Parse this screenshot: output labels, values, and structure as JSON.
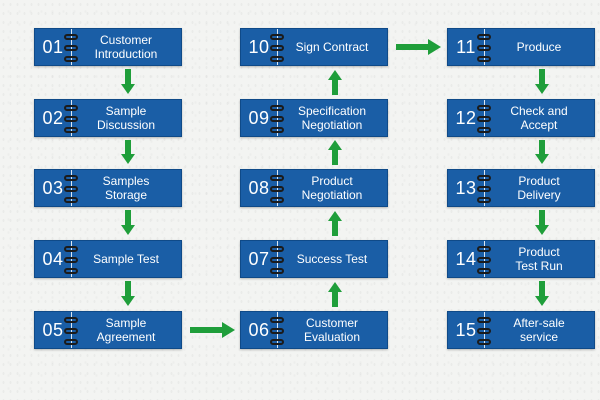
{
  "colors": {
    "box": "#1a5ea6",
    "arrow": "#1f9e3a",
    "text": "#ffffff"
  },
  "steps": [
    {
      "num": "01",
      "label": "Customer\nIntroduction"
    },
    {
      "num": "02",
      "label": "Sample\nDiscussion"
    },
    {
      "num": "03",
      "label": "Samples\nStorage"
    },
    {
      "num": "04",
      "label": "Sample Test"
    },
    {
      "num": "05",
      "label": "Sample\nAgreement"
    },
    {
      "num": "06",
      "label": "Customer\nEvaluation"
    },
    {
      "num": "07",
      "label": "Success Test"
    },
    {
      "num": "08",
      "label": "Product\nNegotiation"
    },
    {
      "num": "09",
      "label": "Specification\nNegotiation"
    },
    {
      "num": "10",
      "label": "Sign Contract"
    },
    {
      "num": "11",
      "label": "Produce"
    },
    {
      "num": "12",
      "label": "Check and\nAccept"
    },
    {
      "num": "13",
      "label": "Product\nDelivery"
    },
    {
      "num": "14",
      "label": "Product\nTest Run"
    },
    {
      "num": "15",
      "label": "After-sale\nservice"
    }
  ]
}
